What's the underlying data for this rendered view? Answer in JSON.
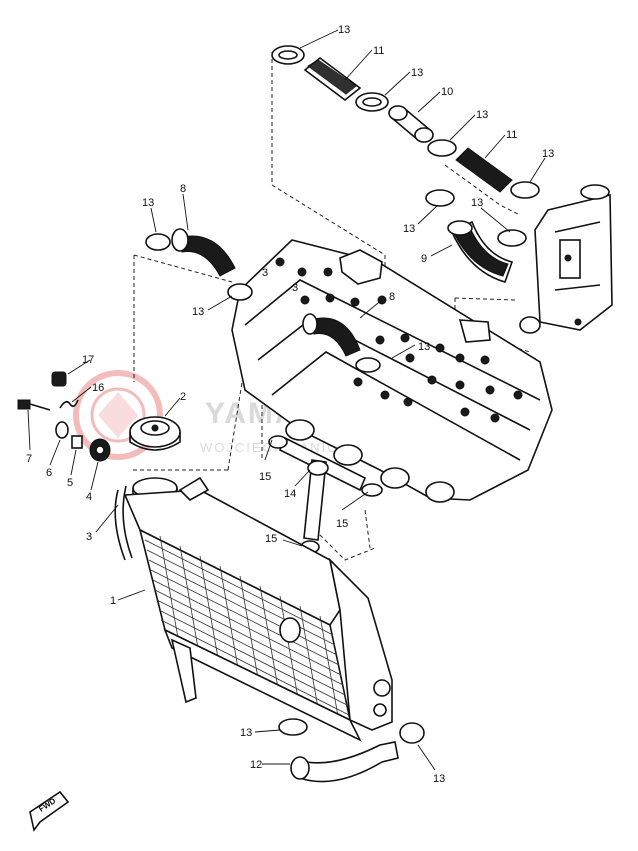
{
  "diagram": {
    "callouts": [
      {
        "id": "c13a",
        "text": "13"
      },
      {
        "id": "c11a",
        "text": "11"
      },
      {
        "id": "c13b",
        "text": "13"
      },
      {
        "id": "c10",
        "text": "10"
      },
      {
        "id": "c13c",
        "text": "13"
      },
      {
        "id": "c11b",
        "text": "11"
      },
      {
        "id": "c13d",
        "text": "13"
      },
      {
        "id": "c8a",
        "text": "8"
      },
      {
        "id": "c13e",
        "text": "13"
      },
      {
        "id": "c13f",
        "text": "13"
      },
      {
        "id": "c13g",
        "text": "13"
      },
      {
        "id": "c9",
        "text": "9"
      },
      {
        "id": "c13h",
        "text": "13"
      },
      {
        "id": "c3a",
        "text": "3"
      },
      {
        "id": "c3b",
        "text": "3"
      },
      {
        "id": "c8b",
        "text": "8"
      },
      {
        "id": "c13i",
        "text": "13"
      },
      {
        "id": "c17",
        "text": "17"
      },
      {
        "id": "c16",
        "text": "16"
      },
      {
        "id": "c2",
        "text": "2"
      },
      {
        "id": "c7",
        "text": "7"
      },
      {
        "id": "c6",
        "text": "6"
      },
      {
        "id": "c5",
        "text": "5"
      },
      {
        "id": "c4",
        "text": "4"
      },
      {
        "id": "c3c",
        "text": "3"
      },
      {
        "id": "c15a",
        "text": "15"
      },
      {
        "id": "c14",
        "text": "14"
      },
      {
        "id": "c15b",
        "text": "15"
      },
      {
        "id": "c15c",
        "text": "15"
      },
      {
        "id": "c1",
        "text": "1"
      },
      {
        "id": "c13j",
        "text": "13"
      },
      {
        "id": "c12",
        "text": "12"
      },
      {
        "id": "c13k",
        "text": "13"
      }
    ],
    "fwd_label": "FWD"
  },
  "watermark": {
    "main": "YAMAHA-PARTS",
    "sub": "WOJCIECH JANICZEK CZĘŚCI YAMAHA"
  },
  "colors": {
    "ink": "#111111",
    "watermark": "#d9d9d9",
    "watermark_logo": "#e04040"
  }
}
